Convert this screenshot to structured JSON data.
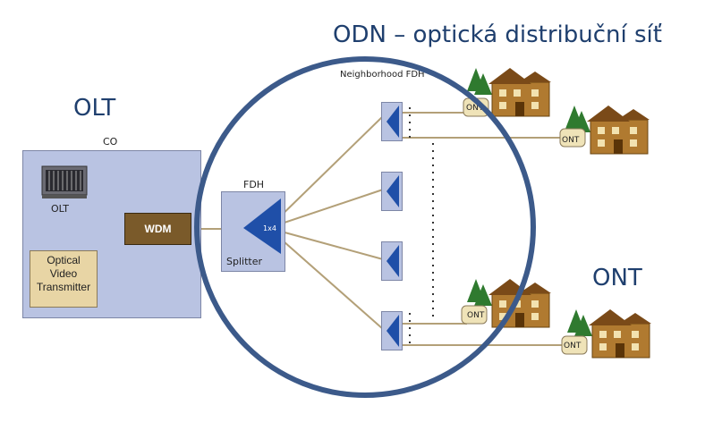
{
  "title": "ODN – optická distribuční síť",
  "labels": {
    "olt_big": "OLT",
    "ont_big": "ONT",
    "co": "CO",
    "olt_small": "OLT",
    "wdm": "WDM",
    "optical_video_transmitter": [
      "Optical",
      "Video",
      "Transmitter"
    ],
    "fdh": "FDH",
    "splitter": "Splitter",
    "splitter_ratio": "1x4",
    "neighborhood_fdh": "Neighborhood FDH",
    "ont_tags": [
      "ONT",
      "ONT",
      "ONT",
      "ONT"
    ]
  },
  "colors": {
    "title_blue": "#1f3f6e",
    "circle": "#3c5a8a",
    "box_fill": "#b9c3e2",
    "wdm": "#7a5a2a",
    "splitter_blue": "#1f4fa8",
    "fiber": "#b3a078",
    "house": "#b07a30",
    "tree": "#2f7a2f"
  }
}
